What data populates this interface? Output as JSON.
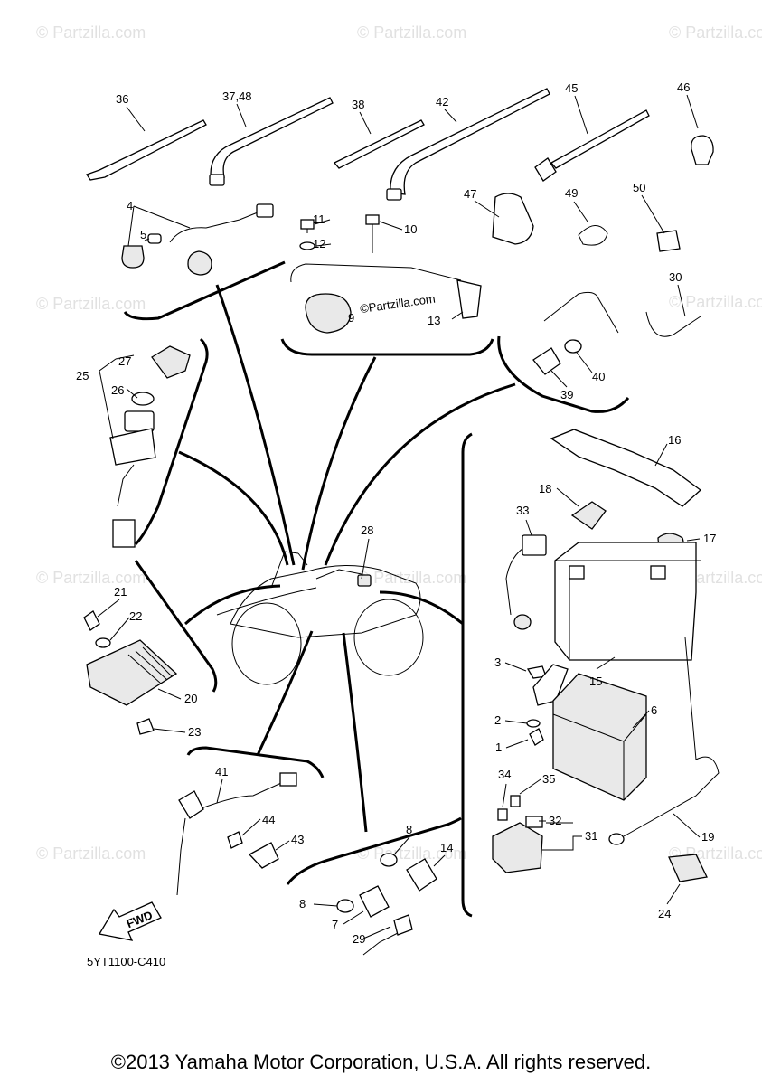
{
  "watermark": "© Partzilla.com",
  "center_watermark": "©Partzilla.com",
  "diagram_code": "5YT1100-C410",
  "fwd_label": "FWD",
  "copyright": "©2013 Yamaha Motor Corporation, U.S.A. All rights reserved.",
  "callouts": {
    "c36": "36",
    "c37_48": "37,48",
    "c38": "38",
    "c42": "42",
    "c45": "45",
    "c46": "46",
    "c4": "4",
    "c5": "5",
    "c11": "11",
    "c12": "12",
    "c10": "10",
    "c9": "9",
    "c13": "13",
    "c47": "47",
    "c49": "49",
    "c50": "50",
    "c30": "30",
    "c39": "39",
    "c40": "40",
    "c27": "27",
    "c25": "25",
    "c26": "26",
    "c28": "28",
    "c16": "16",
    "c18": "18",
    "c17": "17",
    "c33": "33",
    "c21": "21",
    "c22": "22",
    "c20": "20",
    "c23": "23",
    "c3": "3",
    "c15": "15",
    "c2": "2",
    "c1": "1",
    "c6": "6",
    "c41": "41",
    "c44": "44",
    "c43": "43",
    "c34": "34",
    "c35": "35",
    "c32": "32",
    "c31": "31",
    "c19": "19",
    "c8a": "8",
    "c14": "14",
    "c8b": "8",
    "c7": "7",
    "c29": "29",
    "c24": "24"
  }
}
